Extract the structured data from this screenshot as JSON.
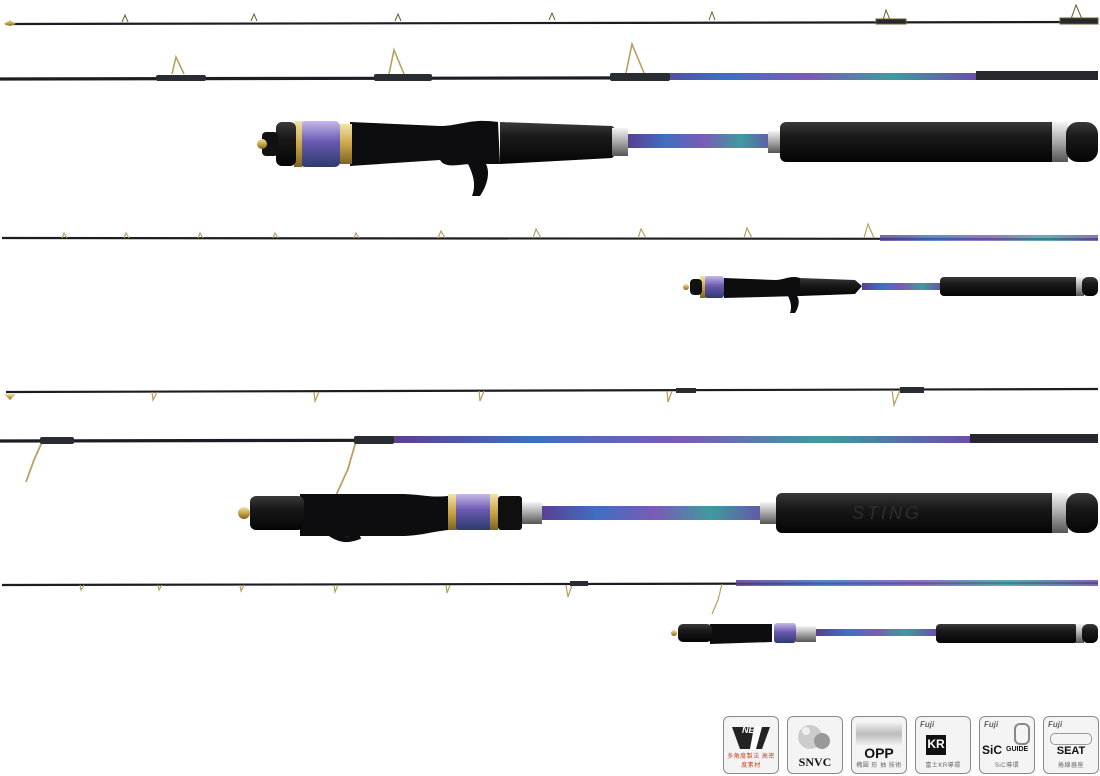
{
  "image": {
    "description_free": true,
    "rods": [
      {
        "id": "casting-model-1",
        "style": "casting"
      },
      {
        "id": "casting-model-2",
        "style": "casting"
      },
      {
        "id": "spinning-model-1",
        "style": "spinning"
      },
      {
        "id": "spinning-model-2",
        "style": "spinning"
      }
    ],
    "handle_brand_text": "STING",
    "colors": {
      "blank": "#1c1d22",
      "grip": "#161616",
      "gold": "#c9a648",
      "accent_blue": "#3b6fd1",
      "accent_purple": "#8a5fb8",
      "accent_teal": "#3f9aa0"
    }
  },
  "badges": [
    {
      "id": "net",
      "main": "NET",
      "sub": "多角度製法 高密度素材",
      "icon": "net-v-icon"
    },
    {
      "id": "snvc",
      "main": "SNVC",
      "sub": "",
      "icon": "nanotech-icon"
    },
    {
      "id": "opp",
      "main": "OPP",
      "sub": "橢圓 形 抽 技術",
      "icon": "opp-icon"
    },
    {
      "id": "fuji-kr",
      "main": "KR",
      "brand": "Fuji",
      "sub": "富士KR導環",
      "icon": "kr-guide-icon"
    },
    {
      "id": "fuji-sic",
      "main": "SiC",
      "main2": "GUIDE",
      "brand": "Fuji",
      "sub": "SiC導環",
      "icon": "sic-guide-icon"
    },
    {
      "id": "fuji-seat",
      "main": "SEAT",
      "brand": "Fuji",
      "sub": "捲線器座",
      "icon": "reel-seat-icon"
    }
  ]
}
